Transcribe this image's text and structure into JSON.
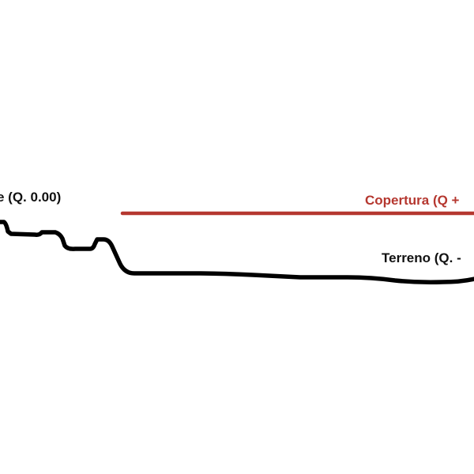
{
  "labels": {
    "reference": "e (Q. 0.00)",
    "roof": "Copertura (Q +",
    "terrain": "Terreno (Q. -"
  },
  "colors": {
    "roof_line": "#b5372f",
    "terrain_line": "#000000",
    "text": "#111111",
    "background": "#ffffff"
  }
}
